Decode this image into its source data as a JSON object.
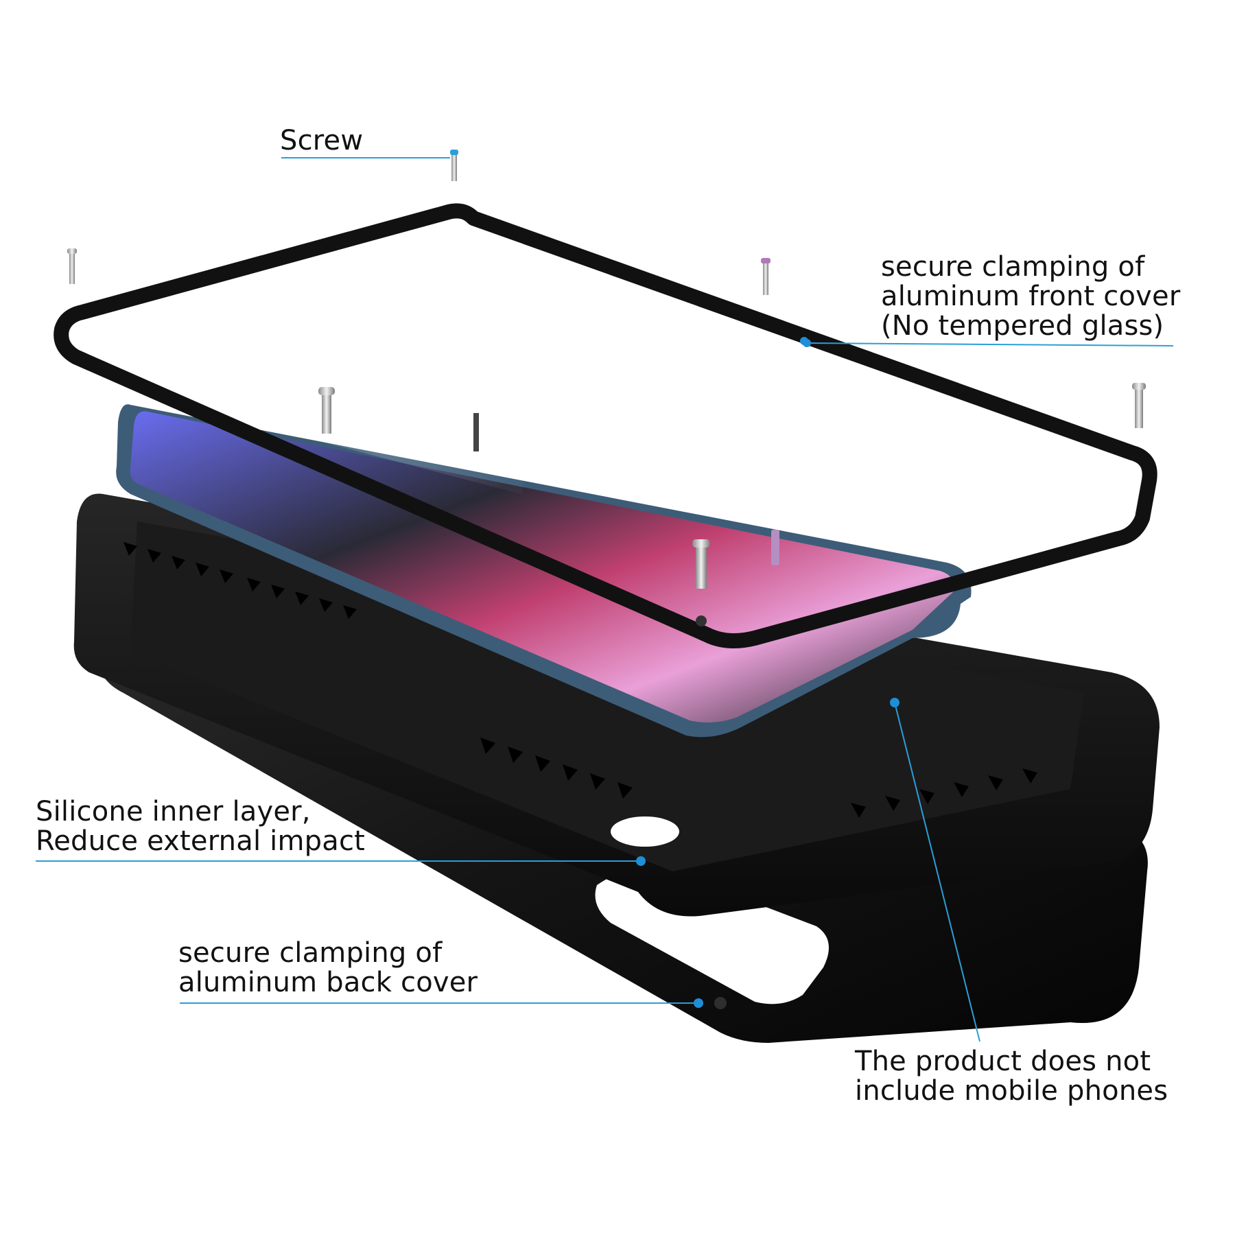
{
  "labels": {
    "screw": "Screw",
    "front_cover": {
      "line1": "secure clamping of",
      "line2": "aluminum front cover",
      "line3": "(No tempered glass)"
    },
    "inner_layer": {
      "line1": "Silicone inner layer,",
      "line2": "Reduce external impact"
    },
    "back_cover": {
      "line1": "secure clamping of",
      "line2": "aluminum back cover"
    },
    "phone_note": {
      "line1": "The product does not",
      "line2": "include mobile phones"
    }
  },
  "colors": {
    "callout_line": "#2a9fd6",
    "callout_dot": "#1e8ed6",
    "case_metal": "#151515",
    "phone_frame": "#3d5c78",
    "text": "#111111"
  }
}
